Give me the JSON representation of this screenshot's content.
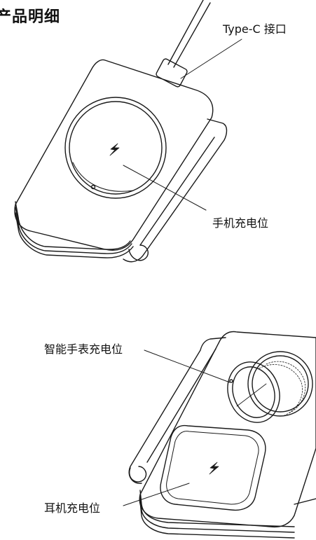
{
  "title": "产品明细",
  "labels": {
    "port": "Type-C 接口",
    "phone_pad": "手机充电位",
    "watch_pad": "智能手表充电位",
    "earbuds_pad": "耳机充电位"
  },
  "colors": {
    "line": "#1a1a1a",
    "background": "#ffffff"
  }
}
